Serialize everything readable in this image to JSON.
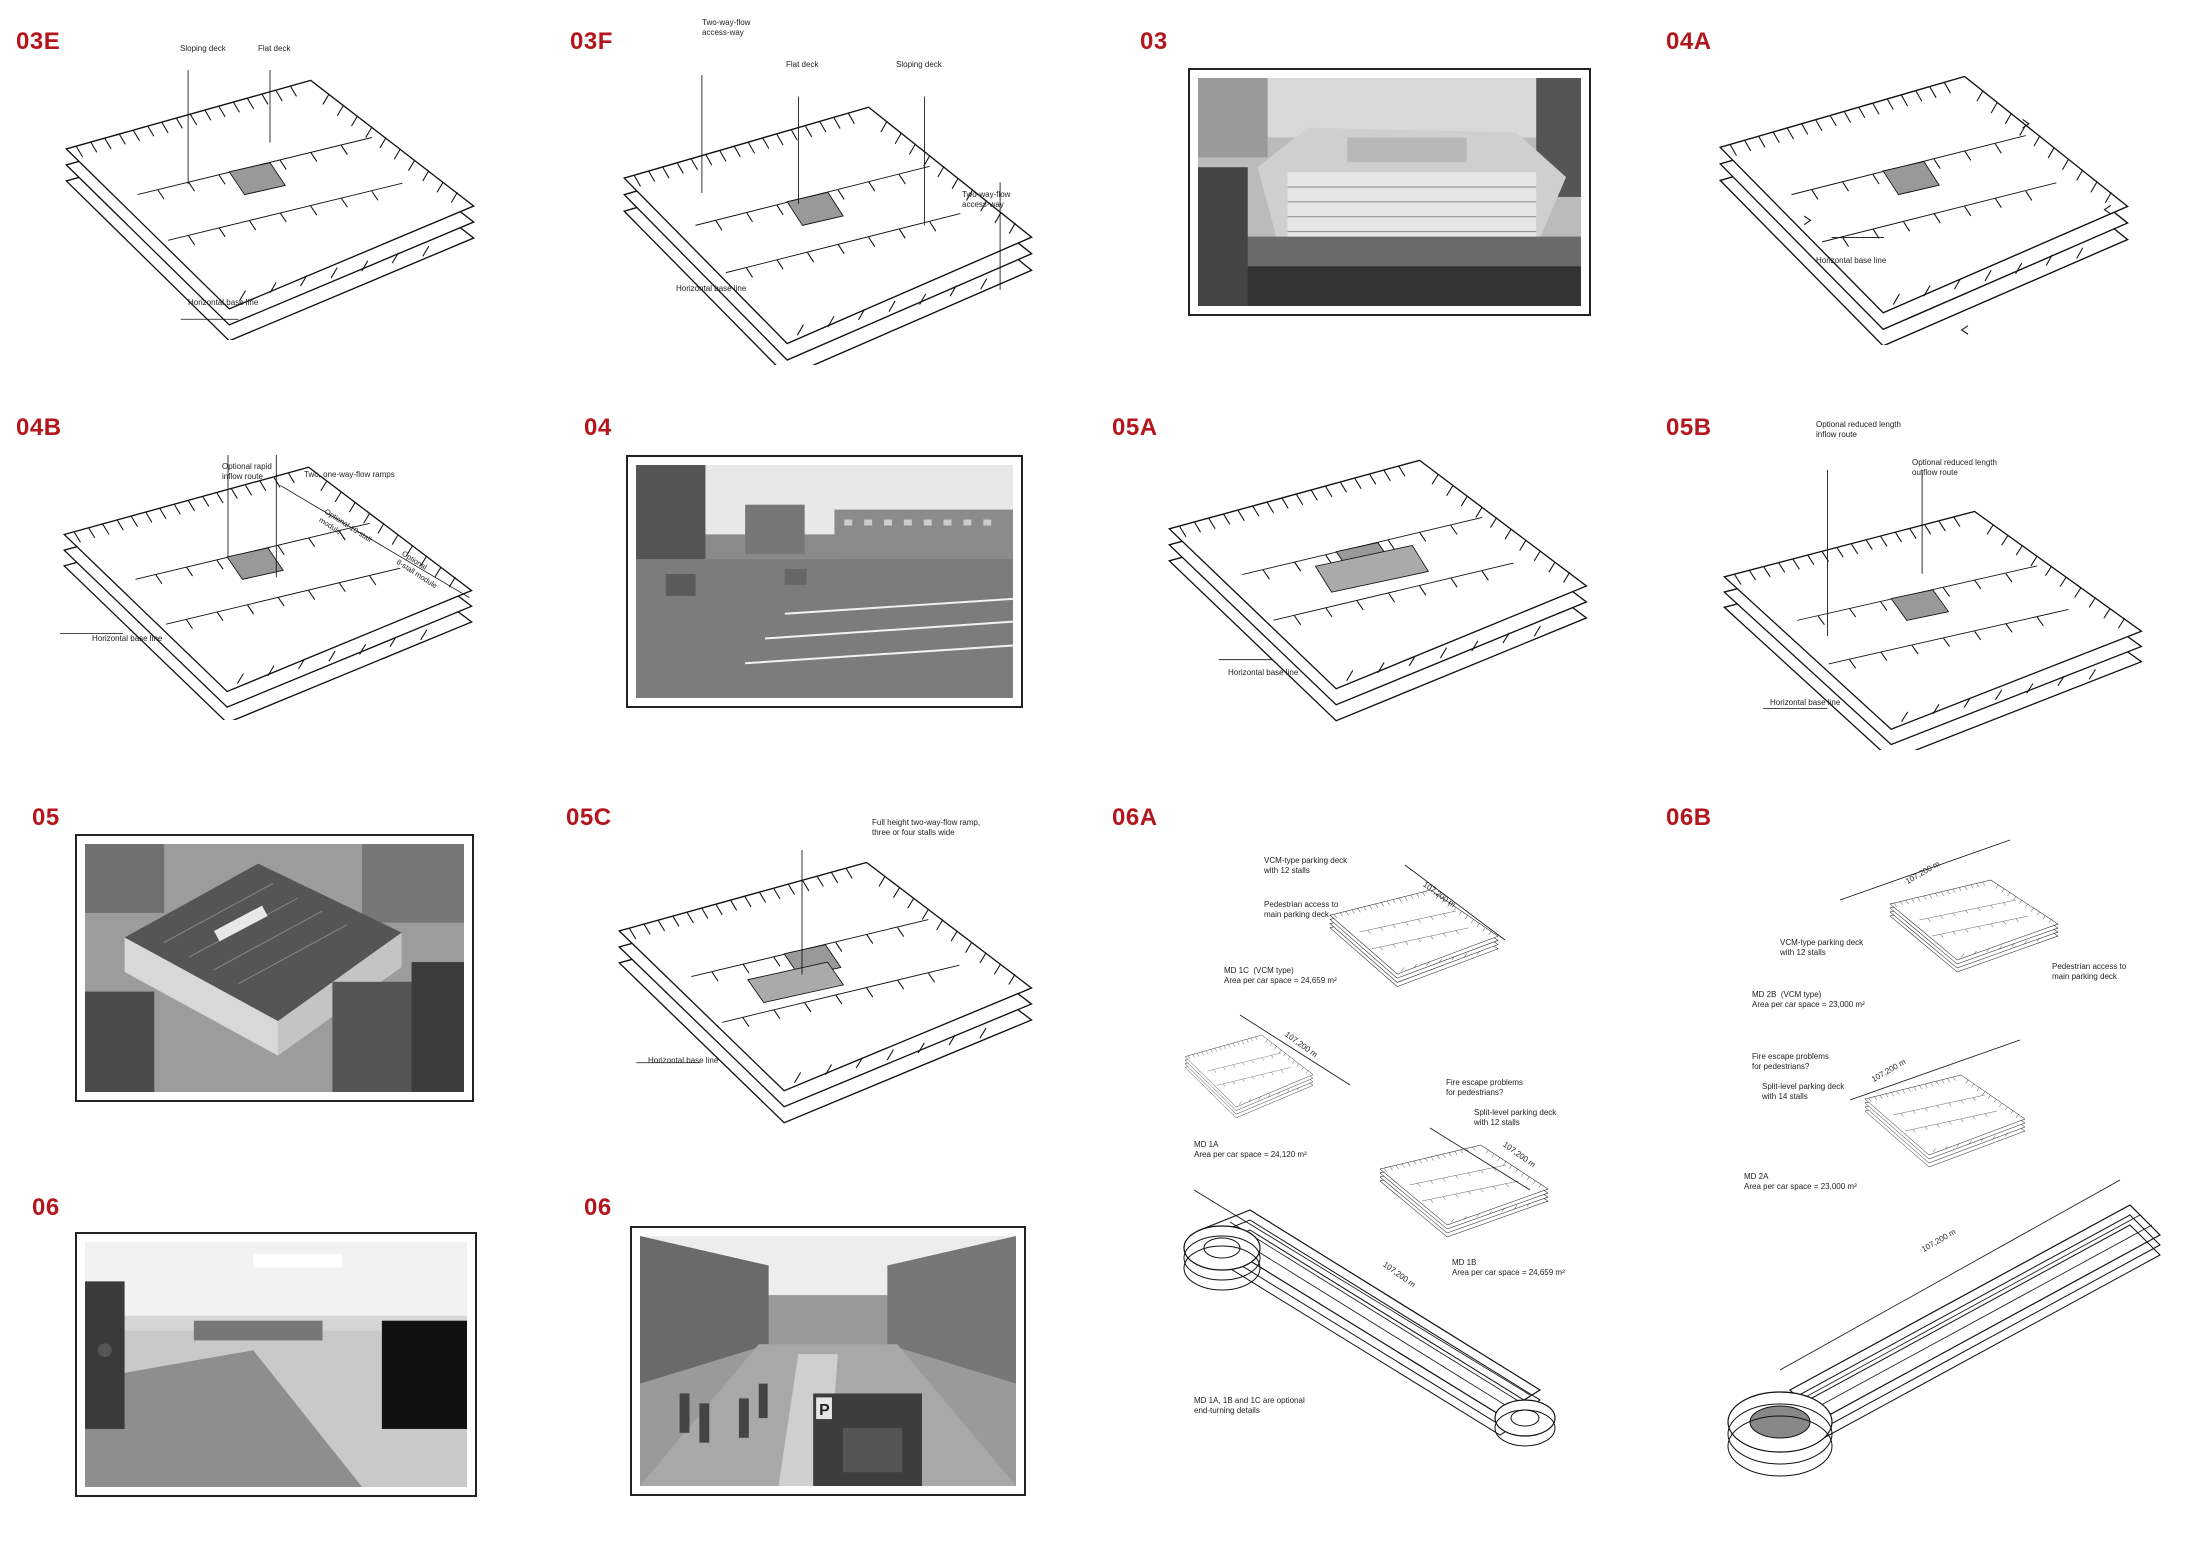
{
  "panels": {
    "p03E": {
      "label": "03E",
      "ann": [
        "Sloping deck",
        "Flat deck",
        "Horizontal base line"
      ]
    },
    "p03F": {
      "label": "03F",
      "ann": [
        "Two-way-flow\naccess-way",
        "Flat deck",
        "Sloping deck",
        "Two-way-flow\naccess-way",
        "Horizontal base line"
      ]
    },
    "p03": {
      "label": "03"
    },
    "p04A": {
      "label": "04A",
      "ann": [
        "Horizontal base line"
      ]
    },
    "p04B": {
      "label": "04B",
      "ann": [
        "Optional rapid\ninflow route",
        "Two, one-way-flow ramps",
        "Optional 10-stall\nmodule",
        "Optional\n8-stall module",
        "Horizontal base line"
      ]
    },
    "p04": {
      "label": "04"
    },
    "p05A": {
      "label": "05A",
      "ann": [
        "Horizontal base line"
      ]
    },
    "p05B": {
      "label": "05B",
      "ann": [
        "Optional reduced length\ninflow route",
        "Optional reduced length\noutflow route",
        "Horizontal base line"
      ]
    },
    "p05": {
      "label": "05"
    },
    "p05C": {
      "label": "05C",
      "ann": [
        "Full height two-way-flow ramp,\nthree or four stalls wide",
        "Horizontal base line"
      ]
    },
    "p06A": {
      "label": "06A",
      "ann": [
        "VCM-type parking deck\nwith 12 stalls",
        "Pedestrian access to\nmain parking deck",
        "MD 1C  (VCM type)\nArea per car space = 24,659 m²",
        "107,200 m",
        "107,200 m",
        "MD 1A\nArea per car space = 24,120 m²",
        "Fire escape problems\nfor pedestrians?",
        "Split-level parking deck\nwith 12 stalls",
        "107,200 m",
        "MD 1B\nArea per car space = 24,659 m²",
        "107,200 m",
        "MD 1A, 1B and 1C are optional\nend-turning details"
      ]
    },
    "p06B": {
      "label": "06B",
      "ann": [
        "107,200 m",
        "VCM-type parking deck\nwith 12 stalls",
        "Pedestrian access to\nmain parking deck",
        "MD 2B  (VCM type)\nArea per car space = 23,000 m²",
        "Fire escape problems\nfor pedestrians?",
        "Split-level parking deck\nwith 14 stalls",
        "107,200 m",
        "MD 2A\nArea per car space = 23,000 m²",
        "107,200 m"
      ]
    },
    "p06a": {
      "label": "06"
    },
    "p06b": {
      "label": "06"
    }
  },
  "photo_sign": "P"
}
